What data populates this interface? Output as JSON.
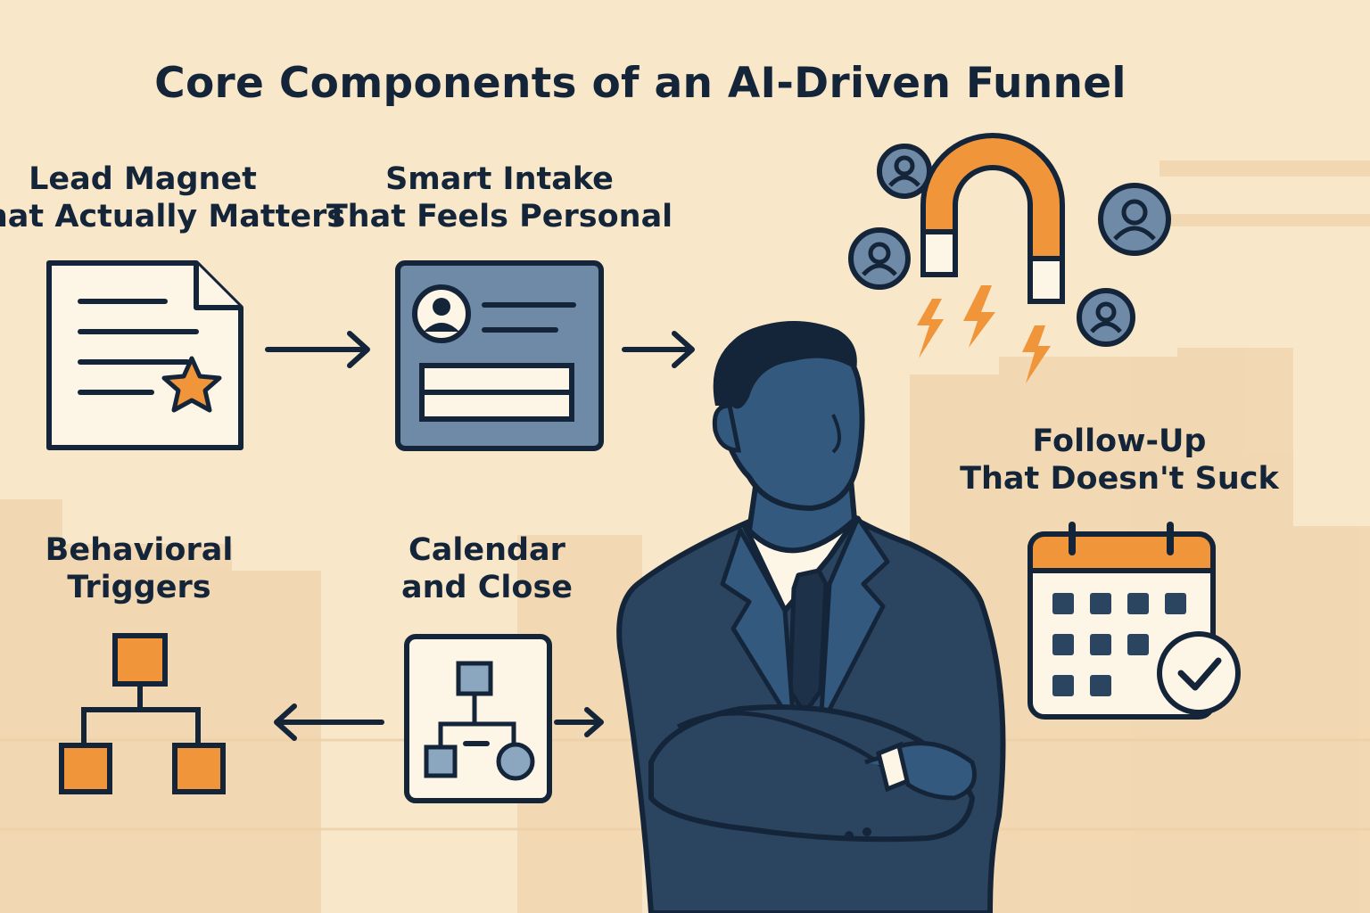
{
  "title": "Core Components of an AI-Driven Funnel",
  "components": [
    {
      "id": "lead-magnet",
      "line1": "Lead Magnet",
      "line2": "That Actually Matters",
      "icon": "document-star-icon"
    },
    {
      "id": "smart-intake",
      "line1": "Smart Intake",
      "line2": "That Feels Personal",
      "icon": "profile-form-icon"
    },
    {
      "id": "follow-up",
      "line1": "Follow-Up",
      "line2": "That Doesn't Suck",
      "icon": "calendar-check-icon"
    },
    {
      "id": "behavioral-triggers",
      "line1": "Behavioral",
      "line2": "Triggers",
      "icon": "flowchart-icon"
    },
    {
      "id": "calendar-close",
      "line1": "Calendar",
      "line2": "and Close",
      "icon": "workflow-card-icon"
    }
  ],
  "center_illustration": "businessman-arms-crossed",
  "accent_icon": "magnet-attracting-users-icon",
  "colors": {
    "background": "#f8e7c9",
    "ink": "#14253a",
    "orange": "#f0953a",
    "slate": "#6e8aa6",
    "navy_suit": "#2b4560",
    "skin_shadow": "#34597e"
  }
}
